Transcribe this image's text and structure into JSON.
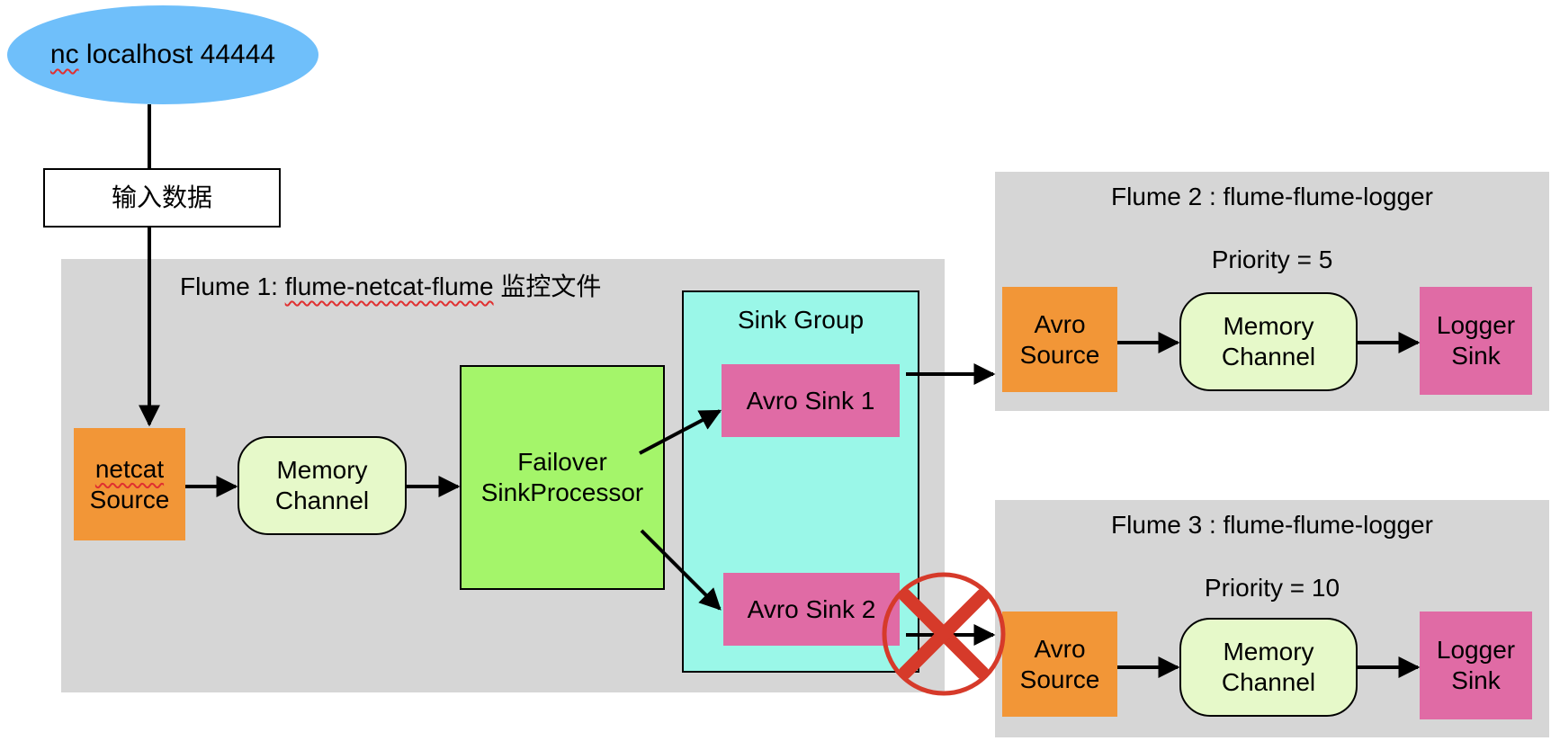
{
  "client": {
    "label_a": "nc",
    "label_b": " localhost 44444"
  },
  "input_box": {
    "label": "输入数据"
  },
  "flume1": {
    "title_prefix": "Flume 1: ",
    "title_name": "flume-netcat-flume",
    "title_suffix": " 监控文件",
    "source": {
      "line1": "netcat",
      "line2": "Source"
    },
    "channel": {
      "line1": "Memory",
      "line2": "Channel"
    },
    "processor": {
      "line1": "Failover",
      "line2": "SinkProcessor"
    },
    "sink_group": {
      "title": "Sink Group",
      "sink1": "Avro Sink 1",
      "sink2": "Avro Sink 2"
    }
  },
  "flume2": {
    "title": "Flume 2 : flume-flume-logger",
    "priority": "Priority = 5",
    "source": {
      "line1": "Avro",
      "line2": "Source"
    },
    "channel": {
      "line1": "Memory",
      "line2": "Channel"
    },
    "sink": {
      "line1": "Logger",
      "line2": "Sink"
    }
  },
  "flume3": {
    "title": "Flume 3 : flume-flume-logger",
    "priority": "Priority = 10",
    "source": {
      "line1": "Avro",
      "line2": "Source"
    },
    "channel": {
      "line1": "Memory",
      "line2": "Channel"
    },
    "sink": {
      "line1": "Logger",
      "line2": "Sink"
    }
  },
  "colors": {
    "panel": "#d6d6d6",
    "client": "#6fbffa",
    "source": "#f29637",
    "sink": "#e06ba5",
    "memory": "#e6f9c9",
    "processor": "#a4f56a",
    "sink_group": "#9af7e8",
    "failure_mark": "#d63a2a"
  },
  "icons": {
    "failure": "cross-circle-icon"
  }
}
